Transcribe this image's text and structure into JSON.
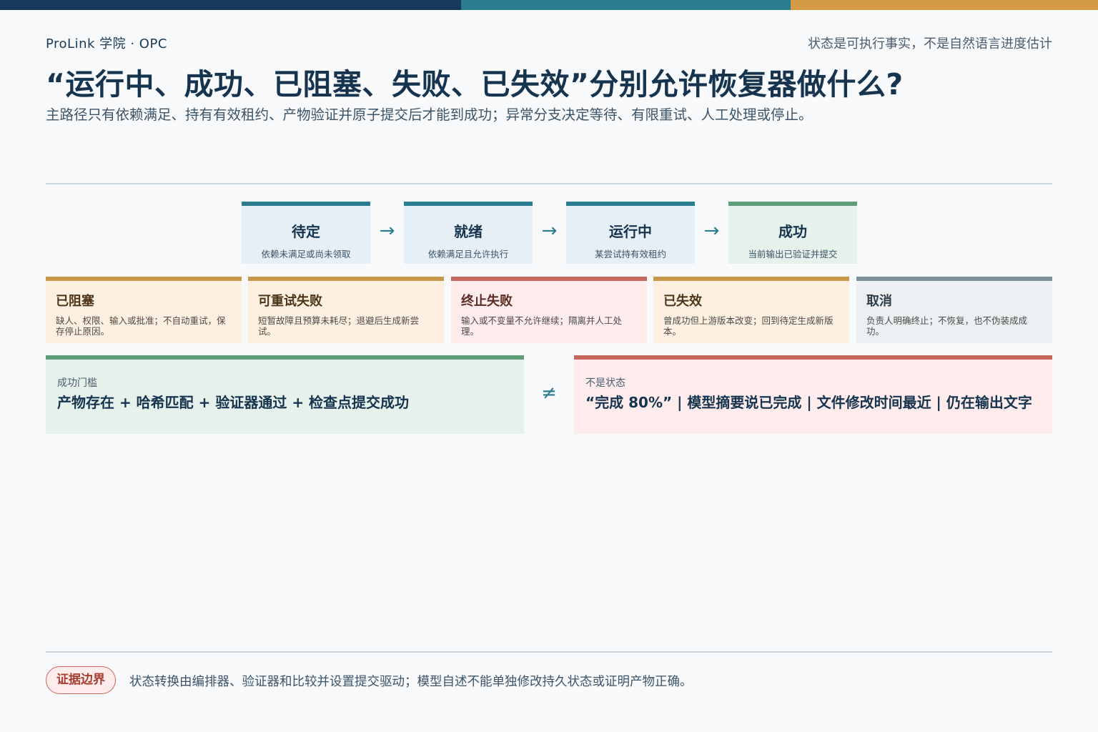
{
  "header": {
    "brand": "ProLink 学院 · OPC",
    "tagline": "状态是可执行事实，不是自然语言进度估计",
    "title": "“运行中、成功、已阻塞、失败、已失效”分别允许恢复器做什么?",
    "subtitle": "主路径只有依赖满足、持有有效租约、产物验证并原子提交后才能到成功；异常分支决定等待、有限重试、人工处理或停止。"
  },
  "main_path": {
    "states": [
      {
        "name": "待定",
        "desc": "依赖未满足或尚未领取"
      },
      {
        "name": "就绪",
        "desc": "依赖满足且允许执行"
      },
      {
        "name": "运行中",
        "desc": "某尝试持有效租约"
      },
      {
        "name": "成功",
        "desc": "当前输出已验证并提交"
      }
    ],
    "arrow": "→"
  },
  "branches": [
    {
      "name": "已阻塞",
      "desc": "缺人、权限、输入或批准；不自动重试，保存停止原因。"
    },
    {
      "name": "可重试失败",
      "desc": "短暂故障且预算未耗尽；退避后生成新尝试。"
    },
    {
      "name": "终止失败",
      "desc": "输入或不变量不允许继续；隔离并人工处理。"
    },
    {
      "name": "已失效",
      "desc": "曾成功但上游版本改变；回到待定生成新版本。"
    },
    {
      "name": "取消",
      "desc": "负责人明确终止；不恢复，也不伪装成成功。"
    }
  ],
  "gates": {
    "success": {
      "label": "成功门槛",
      "text": "产物存在 + 哈希匹配 + 验证器通过 + 检查点提交成功"
    },
    "not_equal": "≠",
    "not_state": {
      "label": "不是状态",
      "text": "“完成 80%” | 模型摘要说已完成 | 文件修改时间最近 | 仍在输出文字"
    }
  },
  "footer": {
    "tag": "证据边界",
    "text": "状态转换由编排器、验证器和比较并设置提交驱动；模型自述不能单独修改持久状态或证明产物正确。"
  }
}
